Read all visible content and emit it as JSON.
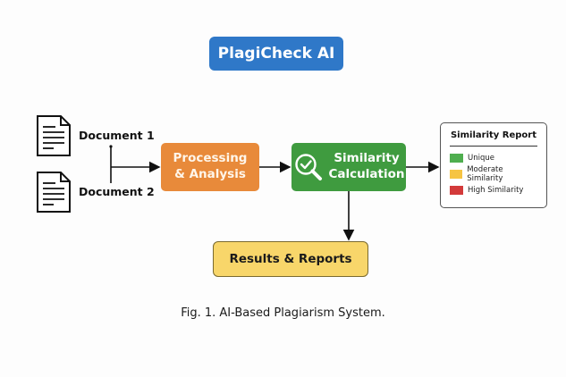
{
  "title": "PlagiCheck AI",
  "inputs": [
    {
      "label": "Document 1",
      "icon": "document-icon"
    },
    {
      "label": "Document 2",
      "icon": "document-icon"
    }
  ],
  "steps": {
    "processing": "Processing & Analysis",
    "processing_lines": [
      "Processing",
      "& Analysis"
    ],
    "similarity_lines": [
      "Similarity",
      "Calculation"
    ],
    "similarity_icon": "magnifier-check-icon",
    "results": "Results & Reports"
  },
  "report": {
    "title": "Similarity Report",
    "legend": [
      {
        "label": "Unique",
        "color": "#4fae4f"
      },
      {
        "label": "Moderate Similarity",
        "color": "#f6c443"
      },
      {
        "label": "High Similarity",
        "color": "#d33a3a"
      }
    ]
  },
  "colors": {
    "title": "#2f78c8",
    "processing": "#e88a3a",
    "similarity": "#3f9b3f",
    "results": "#f8d66a"
  },
  "caption": "Fig. 1. AI-Based Plagiarism System."
}
